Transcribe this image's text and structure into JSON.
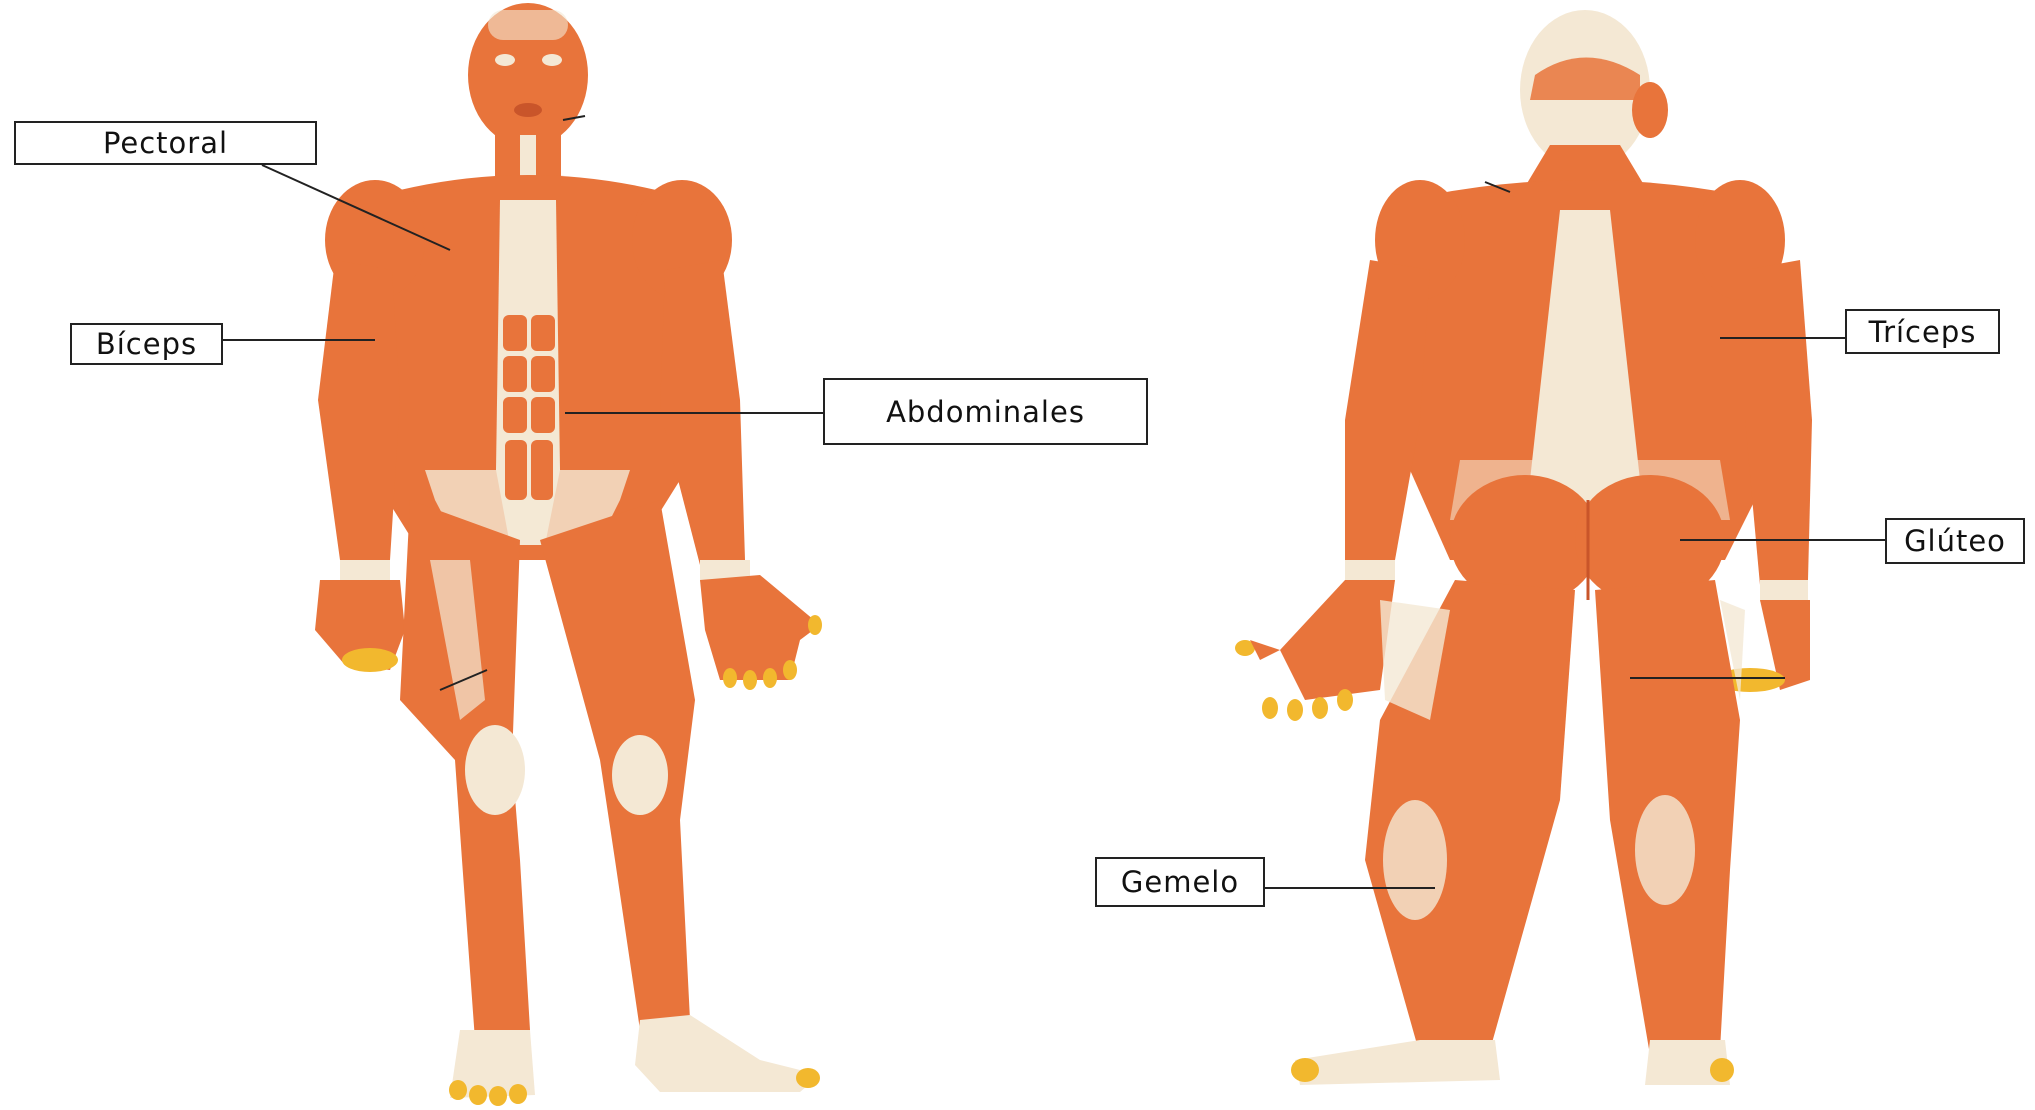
{
  "diagram": {
    "labels": {
      "pectoral": "Pectoral",
      "biceps": "Bíceps",
      "abdominales": "Abdominales",
      "triceps": "Tríceps",
      "gluteo": "Glúteo",
      "gemelo": "Gemelo"
    },
    "colors": {
      "muscle": "#e8743b",
      "muscle_dark": "#c9552a",
      "tendon": "#f4e8d4",
      "nail": "#f2b82e",
      "line": "#222222"
    }
  }
}
